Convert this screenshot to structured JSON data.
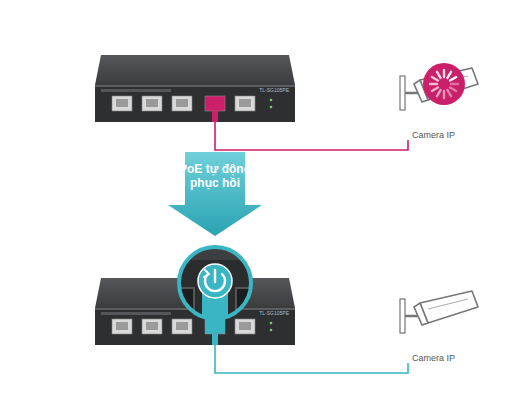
{
  "diagram": {
    "nodes": [
      {
        "text": [
          "TL-SG105PE"
        ]
      },
      {
        "text": [
          "Camera IP"
        ]
      },
      {
        "text": [
          "PoE tự động phục hồi"
        ]
      },
      {
        "text": [
          "TL-SG105PE"
        ]
      },
      {
        "text": [
          "Camera IP"
        ]
      }
    ],
    "edges": [
      {
        "from": 0,
        "to": 1,
        "arrow": "none"
      },
      {
        "from": 3,
        "to": 4,
        "arrow": "none"
      }
    ]
  }
}
